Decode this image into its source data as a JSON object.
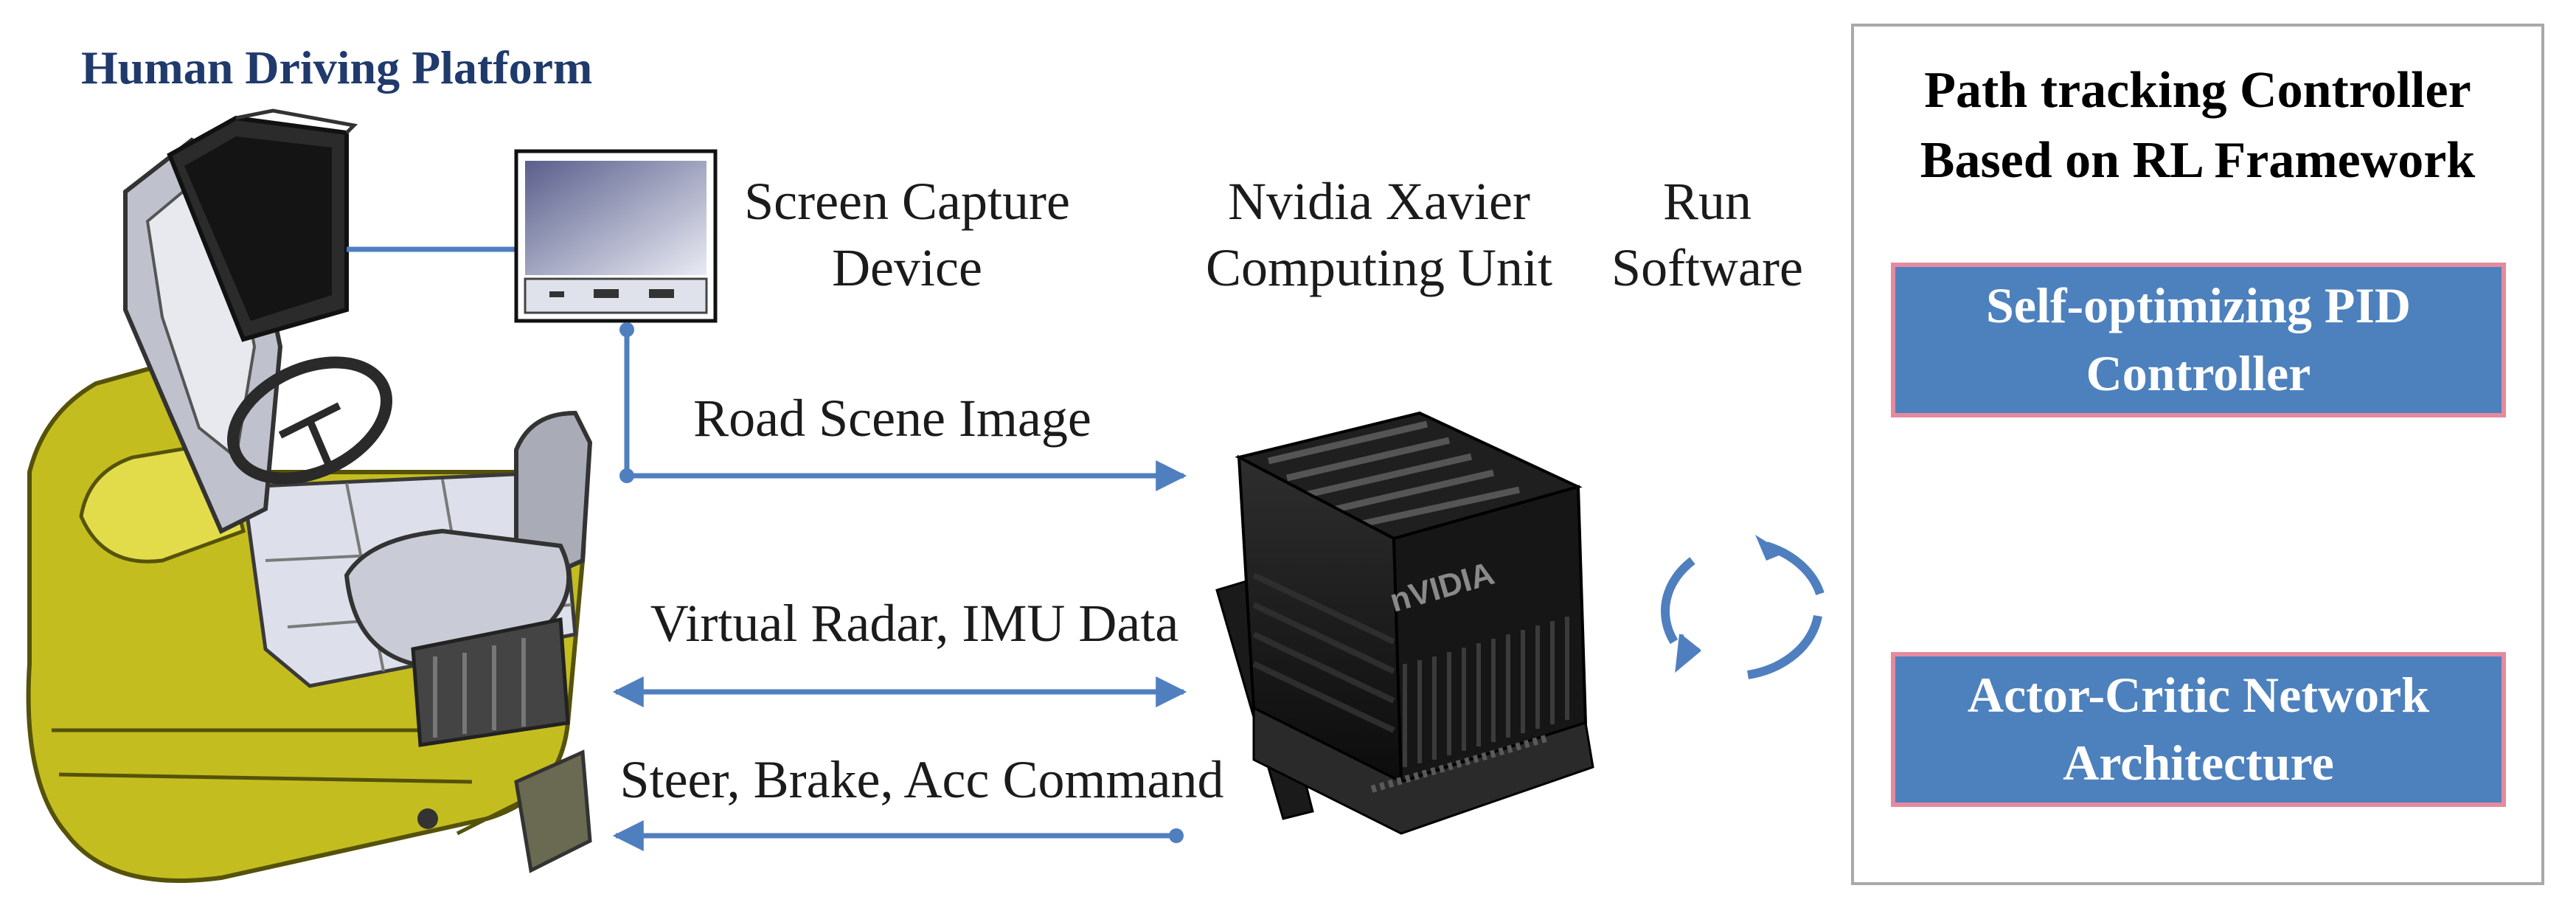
{
  "platform": {
    "title": "Human Driving Platform"
  },
  "labels": {
    "screen_capture": "Screen Capture Device",
    "nvidia": "Nvidia Xavier Computing Unit",
    "run_software": "Run Software",
    "road_scene": "Road Scene Image",
    "radar": "Virtual Radar, IMU Data",
    "steer": "Steer, Brake, Acc Command"
  },
  "panel": {
    "title": "Path tracking Controller Based on RL Framework",
    "pid_box": "Self-optimizing PID Controller",
    "ac_box": "Actor-Critic Network Architecture"
  },
  "nvidia_logo_text": "nVIDIA",
  "colors": {
    "arrow": "#4f7fbf",
    "box_fill": "#4d81bd",
    "box_border": "#e58a9e",
    "platform_body": "#c4bd1f",
    "title_blue": "#1f3a6b"
  }
}
